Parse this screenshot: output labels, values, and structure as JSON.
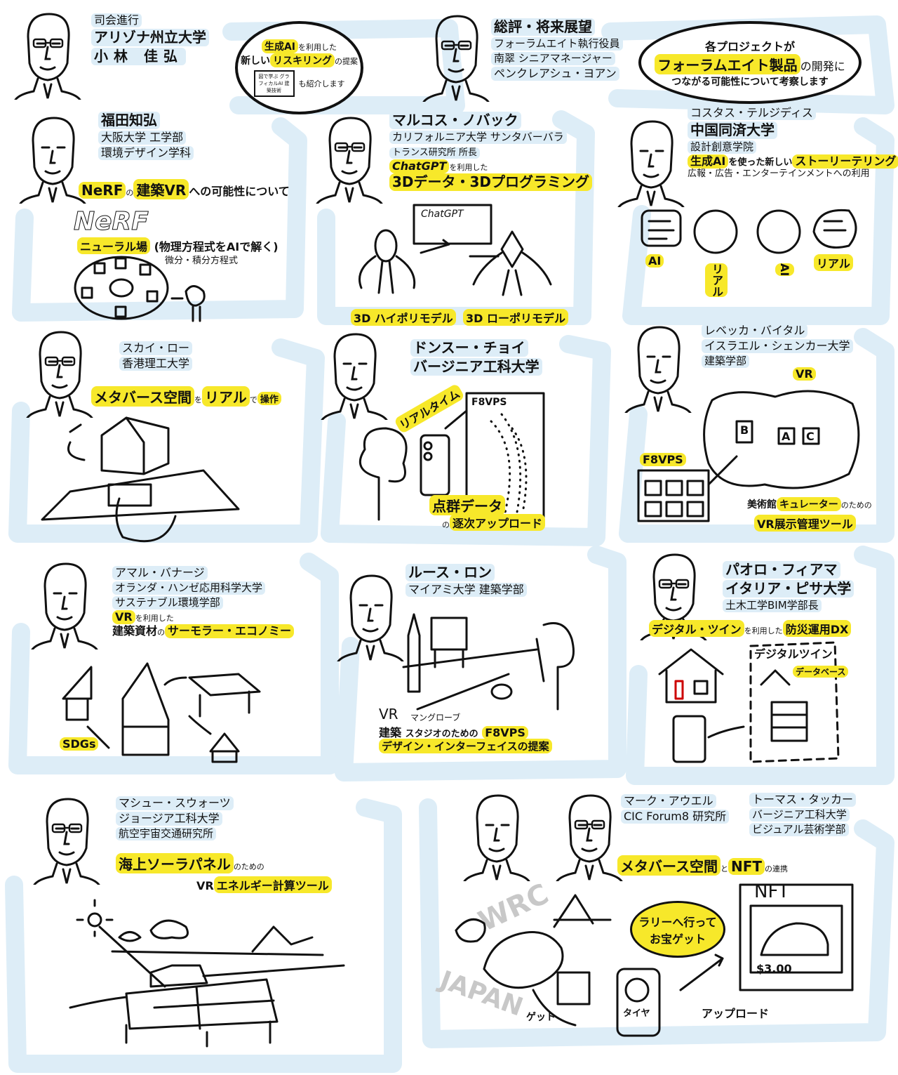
{
  "colors": {
    "highlight": "#f7e82a",
    "frame": "#ddedf7",
    "ink": "#111111"
  },
  "host": {
    "role": "司会進行",
    "affiliation": "アリゾナ州立大学",
    "name": "小林 佳弘",
    "bubble": {
      "line1_hl": "生成AI",
      "line1_rest": "を利用した",
      "line2_pre": "新しい",
      "line2_hl": "リスキリング",
      "line2_rest": "の提案",
      "book": "図で学ぶ グラフィカルAI 建築技術",
      "book_rest": "も紹介します"
    }
  },
  "summary": {
    "role": "総評・将来展望",
    "title1": "フォーラムエイト執行役員",
    "title2": "南翠 シニアマネージャー",
    "name": "ペンクレアシュ・ヨアン",
    "bubble": {
      "line1": "各プロジェクトが",
      "line2_hl": "フォーラムエイト製品",
      "line2_rest": "の開発に",
      "line3": "つながる可能性について考察します"
    }
  },
  "fukuda": {
    "name": "福田知弘",
    "aff1": "大阪大学 工学部",
    "aff2": "環境デザイン学科",
    "topic_hl1": "NeRF",
    "topic_mid": "の",
    "topic_hl2": "建築VR",
    "topic_rest": "への可能性について",
    "logo": "NeRF",
    "field_hl": "ニューラル場",
    "field_rest": "(物理方程式をAIで解く)",
    "eq": "微分・積分方程式"
  },
  "novak": {
    "name": "マルコス・ノバック",
    "aff1": "カリフォルニア大学 サンタバーバラ",
    "aff2": "トランス研究所 所長",
    "tool_hl": "ChatGPT",
    "tool_rest": "を利用した",
    "topic_hl": "3Dデータ・3Dプログラミング",
    "window": "ChatGPT",
    "high": "3D ハイポリモデル",
    "low": "3D ローポリモデル"
  },
  "terzidis": {
    "name": "コスタス・テルジディス",
    "aff1": "中国同済大学",
    "aff2": "設計創意学院",
    "topic_hl1": "生成AI",
    "topic_mid": "を使った新しい",
    "topic_hl2": "ストーリーテリング",
    "use": "広報・広告・エンターテインメントへの利用",
    "ai1": "AI",
    "real1": "リアル",
    "real2": "リアル",
    "ai2": "AI"
  },
  "lo": {
    "name": "スカイ・ロー",
    "aff1": "香港理工大学",
    "topic_hl1": "メタバース空間",
    "topic_mid": "を",
    "topic_hl2": "リアル",
    "topic_mid2": "で",
    "topic_hl3": "操作"
  },
  "choi": {
    "name": "ドンスー・チョイ",
    "aff1": "バージニア工科大学",
    "realtime": "リアルタイム",
    "window": "F8VPS",
    "pc_hl": "点群データ",
    "up_pre": "の",
    "up_hl": "逐次アップロード"
  },
  "vital": {
    "name": "レベッカ・バイタル",
    "aff1": "イスラエル・シェンカー大学",
    "aff2": "建築学部",
    "vr": "VR",
    "b": "B",
    "a": "A",
    "c": "C",
    "f8": "F8VPS",
    "cap1_pre": "美術館",
    "cap1_hl": "キュレーター",
    "cap1_rest": "のための",
    "cap2_hl": "VR展示管理ツール"
  },
  "banerjee": {
    "name": "アマル・バナージ",
    "aff1": "オランダ・ハンゼ応用科学大学",
    "aff2": "サステナブル環境学部",
    "vr_hl": "VR",
    "vr_rest": "を利用した",
    "topic_pre": "建築資材",
    "topic_mid": "の",
    "topic_hl": "サーモラー・エコノミー",
    "sdgs": "SDGs"
  },
  "ron": {
    "name": "ルース・ロン",
    "aff1": "マイアミ大学 建築学部",
    "vr": "VR",
    "arch": "建築",
    "mangrove": "マングローブ",
    "studio": "スタジオのための",
    "f8_hl": "F8VPS",
    "proposal_hl": "デザイン・インターフェイスの提案"
  },
  "fiamma": {
    "name": "パオロ・フィアマ",
    "aff1": "イタリア・ピサ大学",
    "aff2": "土木工学BIM学部長",
    "topic_hl1": "デジタル・ツイン",
    "topic_mid": "を利用した",
    "topic_hl2": "防災運用DX",
    "twin": "デジタルツイン",
    "db": "データベース"
  },
  "swarts": {
    "name": "マシュー・スウォーツ",
    "aff1": "ジョージア工科大学",
    "aff2": "航空宇宙交通研究所",
    "topic_hl": "海上ソーラパネル",
    "topic_rest": "のための",
    "tool_pre": "VR",
    "tool_hl": "エネルギー計算ツール"
  },
  "aurel": {
    "name": "マーク・アウエル",
    "aff1": "CIC Forum8 研究所"
  },
  "tucker": {
    "name": "トーマス・タッカー",
    "aff1": "バージニア工科大学",
    "aff2": "ビジュアル芸術学部"
  },
  "nft": {
    "topic_hl1": "メタバース空間",
    "topic_mid": "と",
    "topic_hl2": "NFT",
    "topic_rest": "の連携",
    "wrc": "WRC",
    "japan": "JAPAN",
    "bubble1": "ラリーへ行って",
    "bubble2": "お宝ゲット",
    "nft": "NFT",
    "price": "$3.00",
    "get": "ゲット",
    "tire": "タイヤ",
    "upload": "アップロード"
  }
}
